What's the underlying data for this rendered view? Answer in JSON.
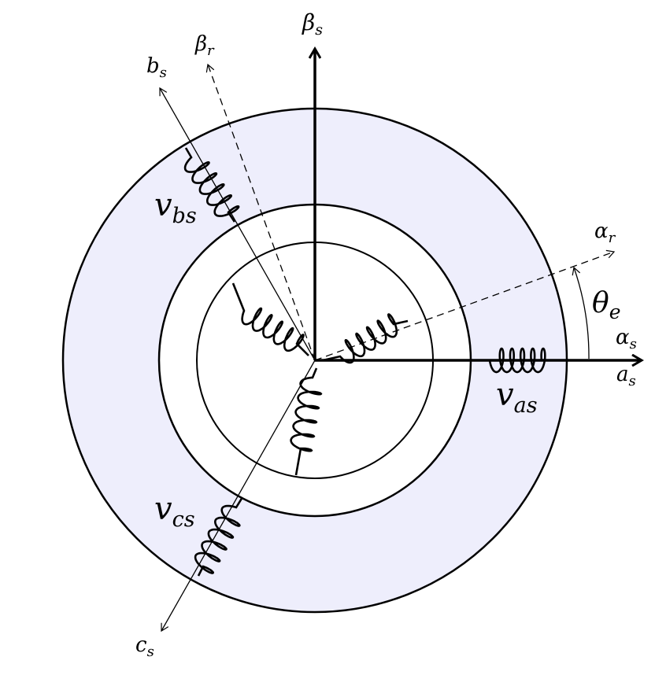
{
  "colors": {
    "stator_fill": "#eeeefc",
    "stroke": "#000000",
    "background": "#ffffff"
  },
  "labels": {
    "beta_s": {
      "main": "β",
      "sub": "s"
    },
    "beta_r": {
      "main": "β",
      "sub": "r"
    },
    "b_s": {
      "main": "b",
      "sub": "s"
    },
    "alpha_r": {
      "main": "α",
      "sub": "r"
    },
    "theta_e": {
      "main": "θ",
      "sub": "e"
    },
    "alpha_s": {
      "main": "α",
      "sub": "s"
    },
    "a_s": {
      "main": "a",
      "sub": "s"
    },
    "c_s": {
      "main": "c",
      "sub": "s"
    },
    "v_bs": {
      "main": "v",
      "sub": "bs"
    },
    "v_as": {
      "main": "v",
      "sub": "as"
    },
    "v_cs": {
      "main": "v",
      "sub": "cs"
    }
  }
}
